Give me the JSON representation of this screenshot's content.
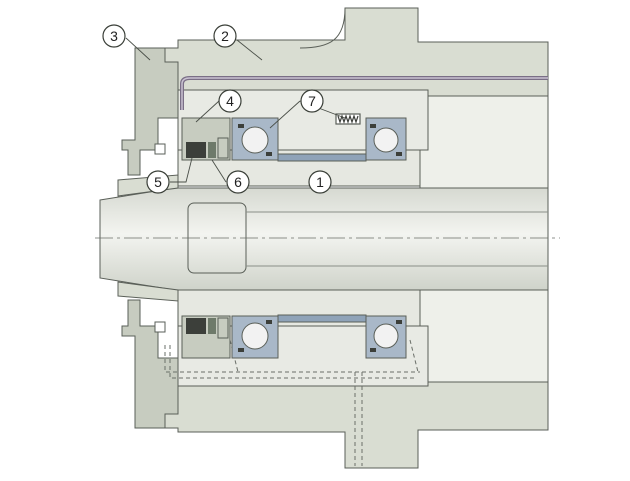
{
  "diagram": {
    "callouts": [
      {
        "id": "callout-1",
        "label": "1"
      },
      {
        "id": "callout-2",
        "label": "2"
      },
      {
        "id": "callout-3",
        "label": "3"
      },
      {
        "id": "callout-4",
        "label": "4"
      },
      {
        "id": "callout-5",
        "label": "5"
      },
      {
        "id": "callout-6",
        "label": "6"
      },
      {
        "id": "callout-7",
        "label": "7"
      }
    ],
    "colors": {
      "housing": "#d9ddd2",
      "housing_dark": "#c7ccc0",
      "bore": "#eef0ea",
      "shaft": "#e6e8e1",
      "bearing_ring": "#a9b8c8",
      "ball": "#f2f2f2",
      "spacer": "#8fa3b8",
      "seal": "#6e7a6a",
      "seal_dark": "#3c3f3a",
      "oil_line": "#7a6f86",
      "outline": "#5a5f58"
    }
  }
}
